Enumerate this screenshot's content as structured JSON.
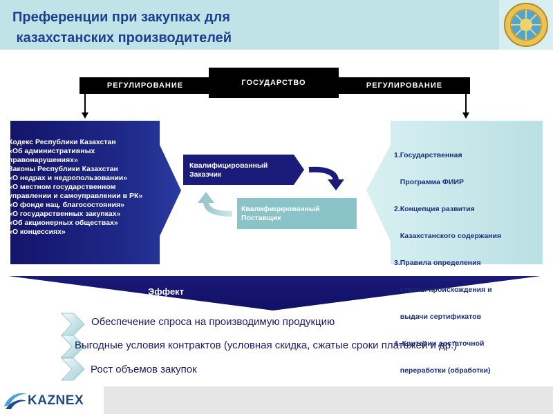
{
  "header": {
    "title": "Преференции при закупках для\n казахстанских производителей"
  },
  "top": {
    "gov_label": "ГОСУДАРСТВО",
    "reg_left": "РЕГУЛИРОВАНИЕ",
    "reg_right": "РЕГУЛИРОВАНИЕ"
  },
  "left_panel": {
    "lines": [
      "Кодекс Республики Казахстан",
      "«Об административных",
      "правонарушениях»",
      "Законы Республики Казахстан",
      "«О недрах и недропользовании»",
      "«О местном государственном",
      "управлении и самоуправлении в РК»",
      "«О фонде нац. благосостояния»",
      "«О государственных  закупках»",
      "«Об акционерных обществах»",
      "«О концессиях»"
    ]
  },
  "center": {
    "customer": [
      "Квалифицированный",
      "Заказчик"
    ],
    "supplier": [
      "Квалифицированный",
      "Поставщик"
    ]
  },
  "right_panel": {
    "lines": [
      "1.Государственная",
      "   Программа ФИИР",
      "2.Концепция развития",
      "   Казахстанского содержания",
      "3.Правила определения",
      "   страны происхождения и",
      "   выдачи сертификатов",
      "4. Критерии достаточной",
      "   переработки (обработки)"
    ]
  },
  "effect": {
    "label": "Эффект",
    "items": [
      "Обеспечение спроса на производимую продукцию",
      "Выгодные условия контрактов (условная скидка, сжатые сроки платежей и др.)",
      "Рост объемов закупок"
    ]
  },
  "footer": {
    "logo_text": "KAZNEX"
  },
  "colors": {
    "navy": "#1b1b7a",
    "teal": "#bfe3e6",
    "title": "#1d3f8f"
  }
}
